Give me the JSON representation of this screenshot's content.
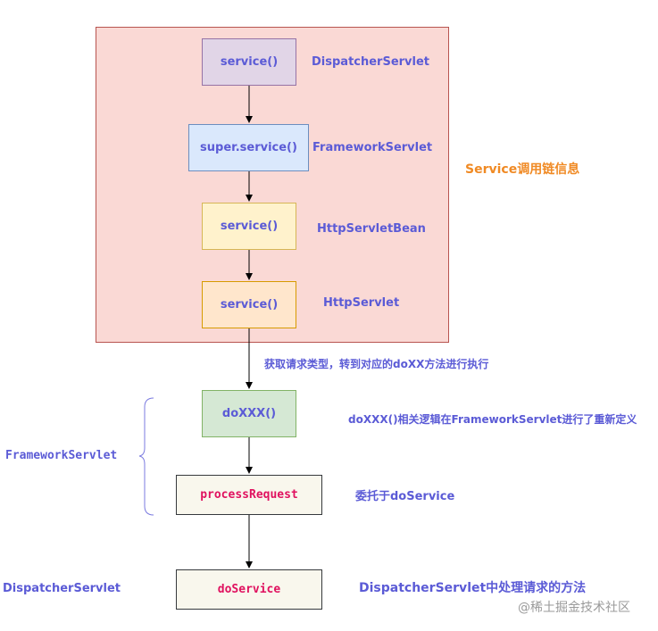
{
  "group": {
    "title": "Service调用链信息"
  },
  "nodes": {
    "dispatcher_service": "service()",
    "framework_service": "super.service()",
    "httpservletbean_service": "service()",
    "httpservlet_service": "service()",
    "do_xxx": "doXXX()",
    "process_request": "processRequest",
    "do_service": "doService"
  },
  "labels": {
    "dispatcher_servlet": "DispatcherServlet",
    "framework_servlet": "FrameworkServlet",
    "http_servlet_bean": "HttpServletBean",
    "http_servlet": "HttpServlet",
    "edge_note": "获取请求类型，转到对应的doXX方法进行执行",
    "do_xxx_note": "doXXX()相关逻辑在FrameworkServlet进行了重新定义",
    "process_request_note": "委托于doService",
    "do_service_note": "DispatcherServlet中处理请求的方法",
    "left_framework": "FrameworkServlet",
    "left_dispatcher": "DispatcherServlet"
  },
  "watermark": "@稀土掘金技术社区",
  "colors": {
    "label": "#5b5bd6",
    "group_title": "#f08a24",
    "method_name": "#e0115f",
    "group_fill": "#fad9d5"
  }
}
